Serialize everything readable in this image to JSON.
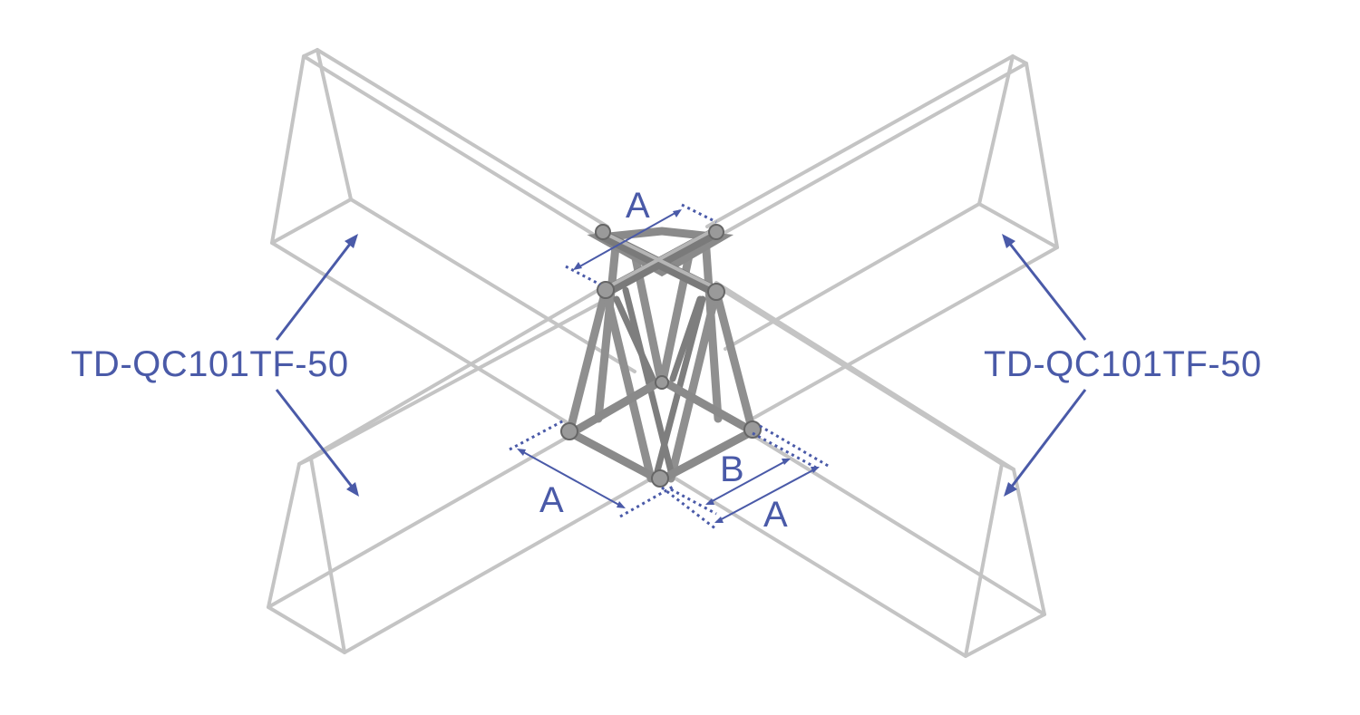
{
  "colors": {
    "label": "#4a5aa8",
    "outline": "#c4c4c4",
    "truss": "#8f8f8f",
    "truss_dark": "#6e6e6e"
  },
  "labels": {
    "model_left": "TD-QC101TF-50",
    "model_right": "TD-QC101TF-50"
  },
  "dimensions": {
    "a_top": "A",
    "a_left": "A",
    "b": "B",
    "a_right": "A"
  }
}
